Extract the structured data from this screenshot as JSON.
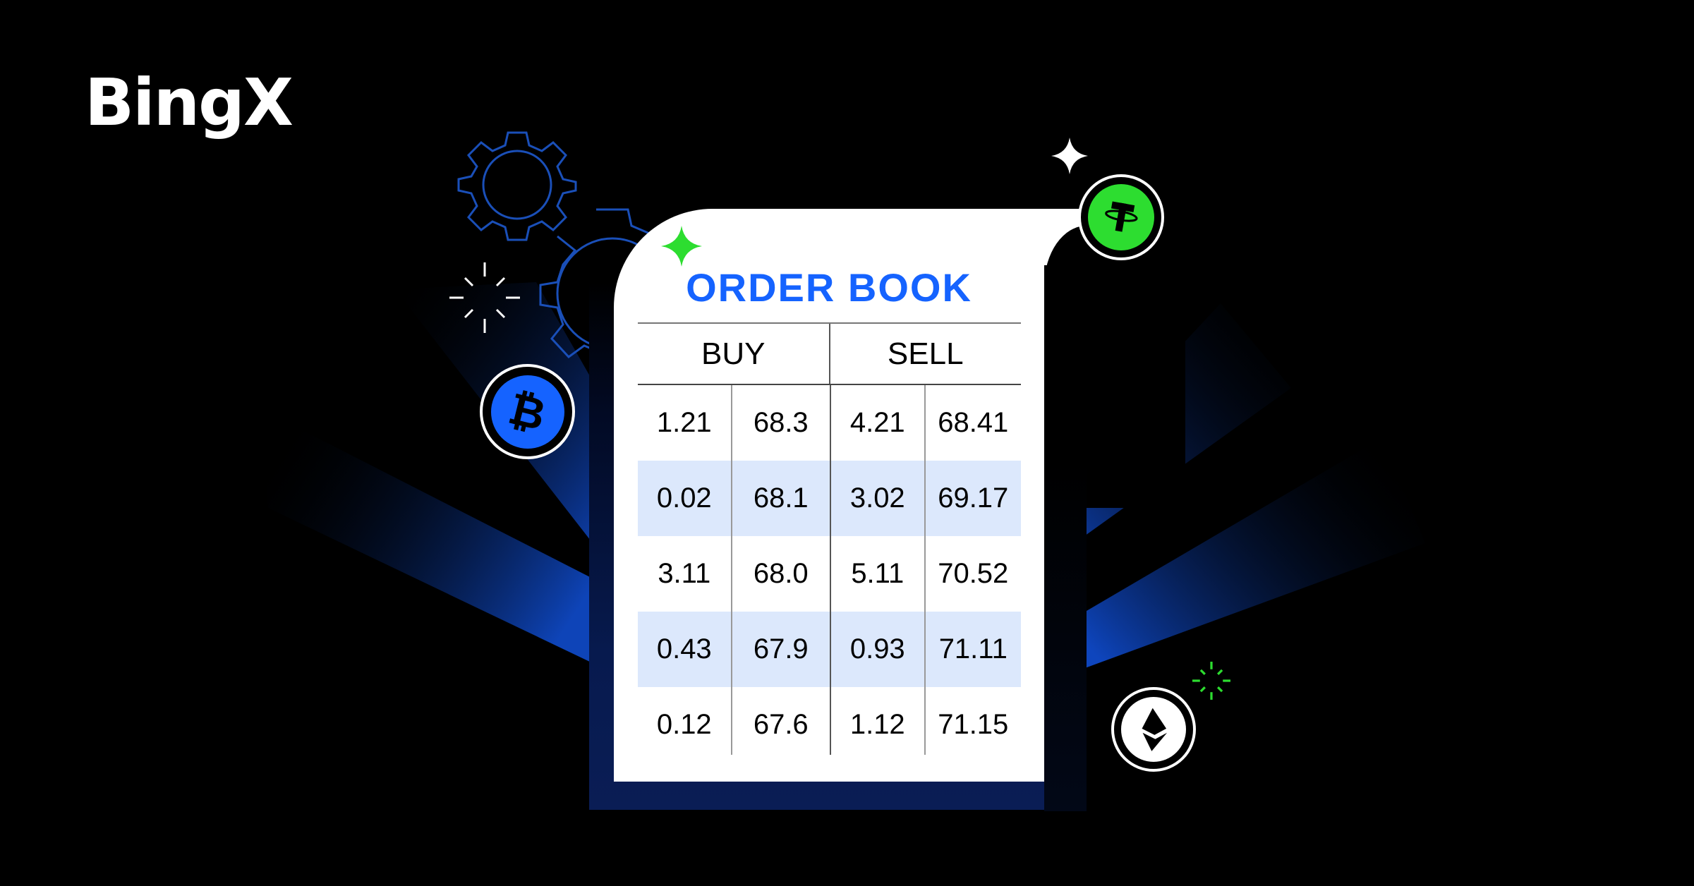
{
  "brand": {
    "logo_text": "BingX"
  },
  "card": {
    "title": "ORDER BOOK",
    "headers": {
      "buy": "BUY",
      "sell": "SELL"
    },
    "rows": [
      {
        "buy_qty": "1.21",
        "buy_price": "68.3",
        "sell_qty": "4.21",
        "sell_price": "68.41"
      },
      {
        "buy_qty": "0.02",
        "buy_price": "68.1",
        "sell_qty": "3.02",
        "sell_price": "69.17"
      },
      {
        "buy_qty": "3.11",
        "buy_price": "68.0",
        "sell_qty": "5.11",
        "sell_price": "70.52"
      },
      {
        "buy_qty": "0.43",
        "buy_price": "67.9",
        "sell_qty": "0.93",
        "sell_price": "71.11"
      },
      {
        "buy_qty": "0.12",
        "buy_price": "67.6",
        "sell_qty": "1.12",
        "sell_price": "71.15"
      }
    ]
  },
  "icons": {
    "bitcoin": "bitcoin-coin-icon",
    "tether": "tether-coin-icon",
    "ethereum": "ethereum-coin-icon",
    "gears": "gear-icon",
    "sparkles": "sparkle-icon",
    "bursts": "burst-icon"
  },
  "colors": {
    "background": "#000000",
    "accent_blue": "#1563ff",
    "accent_green": "#2ddd30",
    "navy": "#0a1d55",
    "stripe": "#dce8fc",
    "gear_stroke": "#1a4fb8"
  }
}
